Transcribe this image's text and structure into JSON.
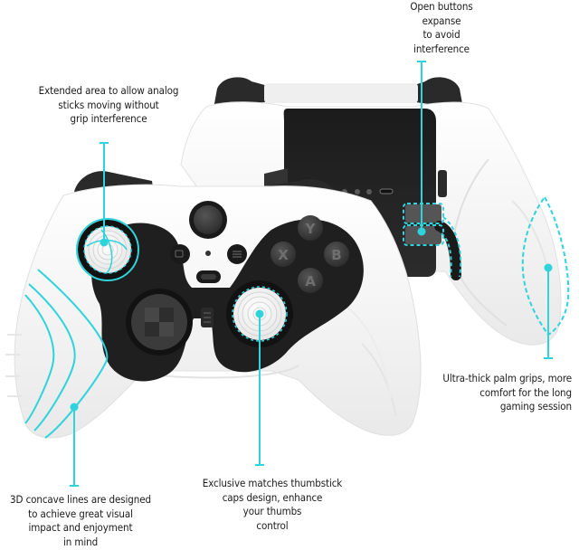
{
  "accent_color": "#2ed3dc",
  "controller_colors": {
    "shell": "#f4f4f4",
    "shell_shadow": "#dedede",
    "dark": "#222222",
    "button": "#3a3a3a",
    "button_label": "#6f6f6f"
  },
  "face_buttons": [
    {
      "label": "Y"
    },
    {
      "label": "X"
    },
    {
      "label": "B"
    },
    {
      "label": "A"
    }
  ],
  "annotations": {
    "open_buttons": {
      "lines": [
        "Open buttons",
        "expanse",
        "to avoid",
        "interference"
      ]
    },
    "extended_area": {
      "lines": [
        "Extended area to allow analog",
        "sticks moving without",
        "grip interference"
      ]
    },
    "palm_grips": {
      "lines": [
        "Ultra-thick palm grips, more",
        "comfort for the long",
        "gaming session"
      ]
    },
    "concave_lines": {
      "lines": [
        "3D concave lines are designed",
        "to achieve great visual",
        "impact and enjoyment",
        "in mind"
      ]
    },
    "thumbstick": {
      "lines": [
        "Exclusive matches thumbstick",
        "caps design, enhance",
        "your thumbs",
        "control"
      ]
    }
  }
}
